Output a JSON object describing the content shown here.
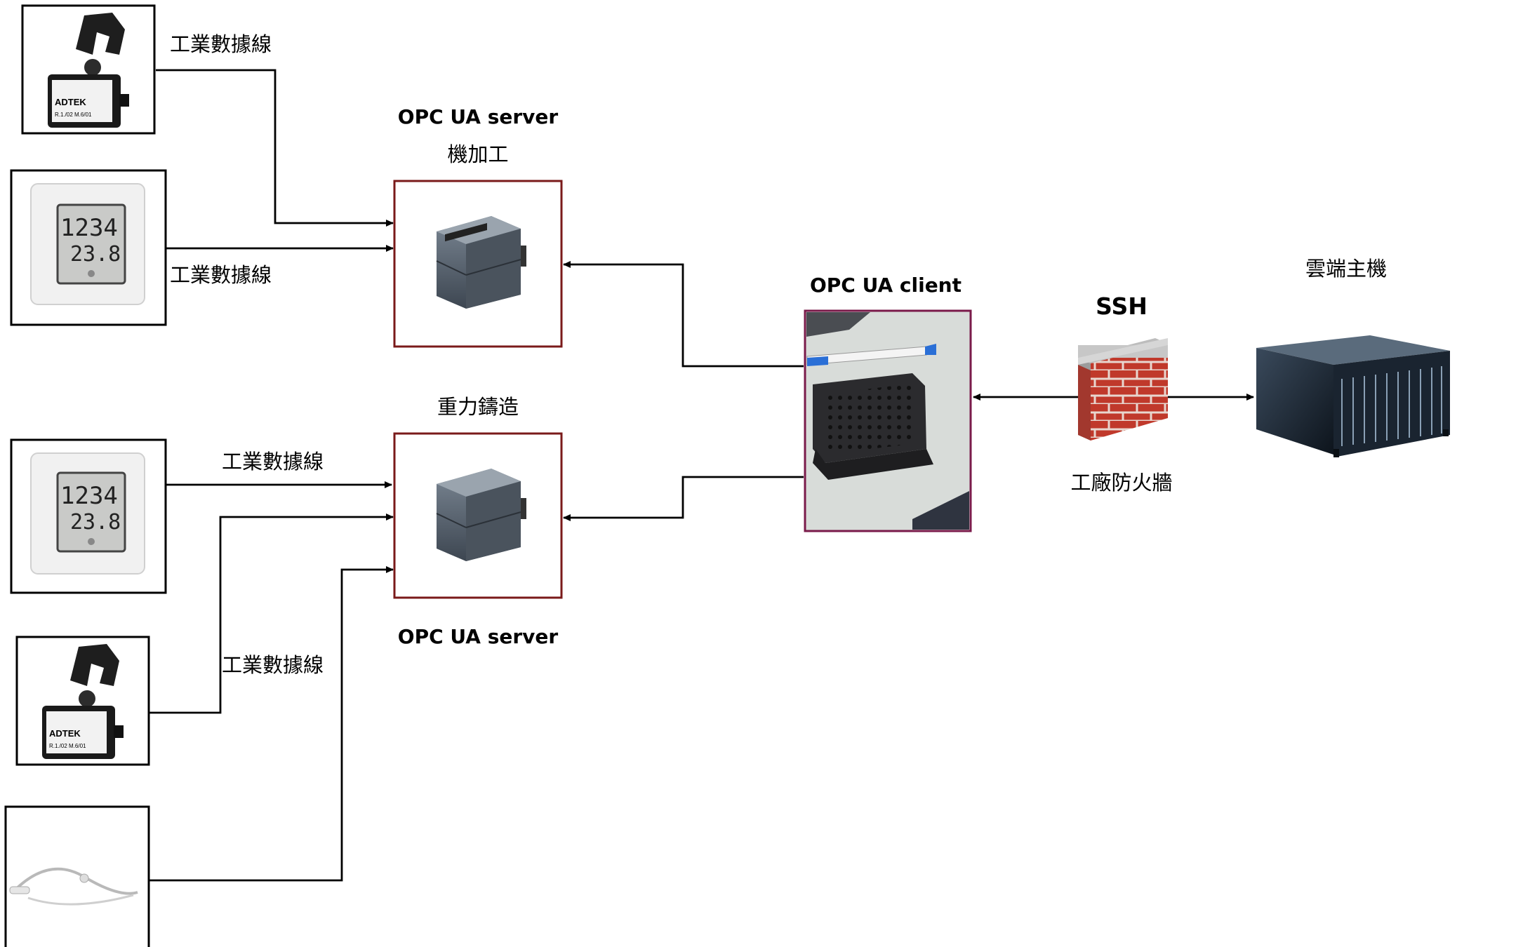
{
  "labels": {
    "cable_top1": "工業數據線",
    "cable_top2": "工業數據線",
    "cable_bot1": "工業數據線",
    "cable_bot2": "工業數據線",
    "server_top_title": "OPC UA server",
    "server_top_sub": "機加工",
    "server_bot_sub": "重力鑄造",
    "server_bot_title": "OPC UA server",
    "client_title": "OPC UA client",
    "ssh": "SSH",
    "firewall": "工廠防火牆",
    "cloud": "雲端主機"
  },
  "sensors": {
    "current_sensor_label_brand": "ADTEK",
    "current_sensor_label_code": "R.1./02  M.6/01",
    "thermo_digits_top": "1234",
    "thermo_digits_bottom": "23.8"
  },
  "colors": {
    "server_border": "#7a1a1a",
    "client_border": "#7a1a4a",
    "line": "#000000",
    "brick": "#c0392b"
  }
}
